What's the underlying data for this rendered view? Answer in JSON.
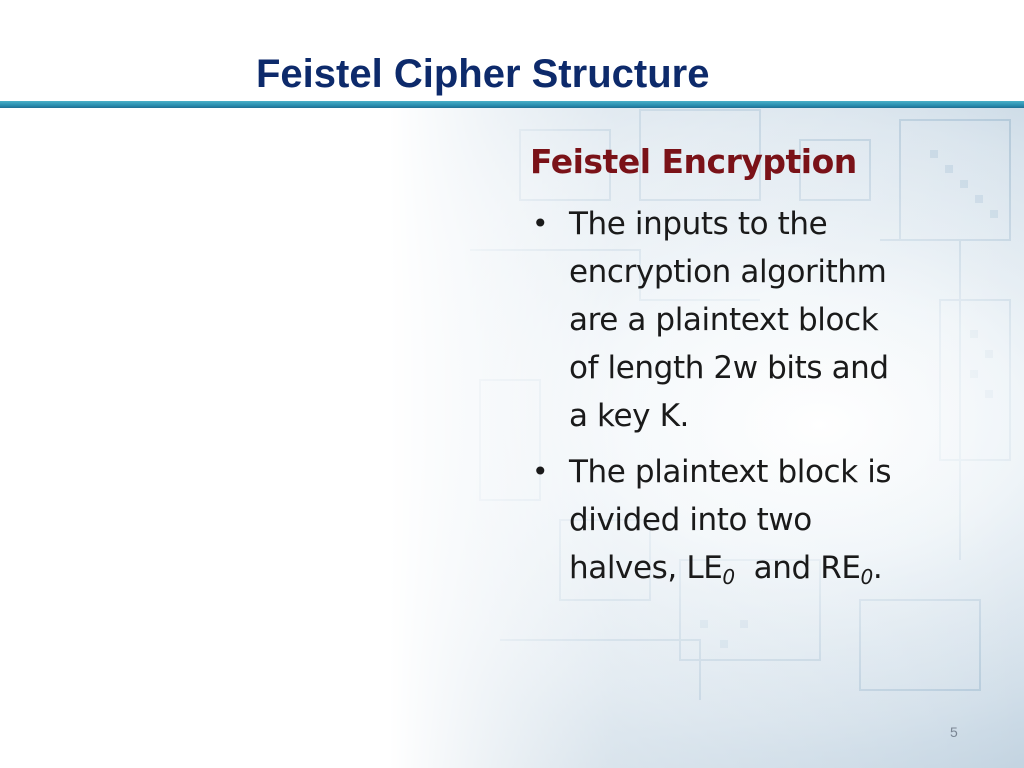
{
  "slide": {
    "title": "Feistel Cipher Structure",
    "page_number": "5",
    "accent_color": "#2a8fb0",
    "title_color": "#0d2a6b",
    "heading_color": "#7a1218"
  },
  "content": {
    "heading": "Feistel Encryption",
    "bullets": [
      {
        "lines": [
          "The inputs to the",
          "encryption algorithm",
          "are a plaintext block",
          "of length 2w bits and",
          "a key K."
        ]
      },
      {
        "lines": [
          "The plaintext block is",
          "divided into two"
        ],
        "last_line": {
          "prefix": "halves, LE",
          "sub1": "0",
          "middle": "  and RE",
          "sub2": "0",
          "suffix": "."
        }
      }
    ]
  }
}
